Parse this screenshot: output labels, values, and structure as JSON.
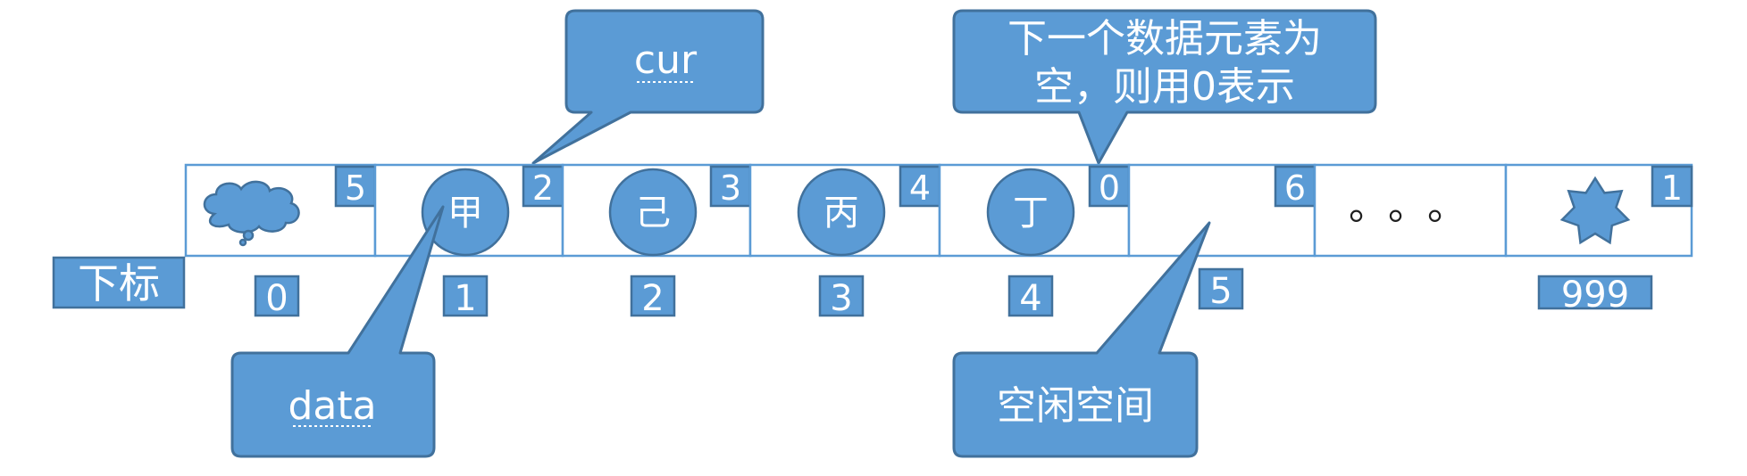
{
  "callouts": {
    "cur": "cur",
    "next_empty_line1": "下一个数据元素为",
    "next_empty_line2": "空，则用0表示",
    "data": "data",
    "free_space": "空闲空间"
  },
  "row_label": "下标",
  "cells": [
    {
      "shape": "cloud",
      "data": "",
      "cur": "5",
      "index": "0"
    },
    {
      "shape": "circle",
      "data": "甲",
      "cur": "2",
      "index": "1"
    },
    {
      "shape": "circle",
      "data": "己",
      "cur": "3",
      "index": "2"
    },
    {
      "shape": "circle",
      "data": "丙",
      "cur": "4",
      "index": "3"
    },
    {
      "shape": "circle",
      "data": "丁",
      "cur": "0",
      "index": "4"
    },
    {
      "shape": "empty",
      "data": "",
      "cur": "6",
      "index": "5"
    },
    {
      "shape": "dots",
      "data": "。。。",
      "cur": "",
      "index": ""
    },
    {
      "shape": "star",
      "data": "",
      "cur": "1",
      "index": "999"
    }
  ],
  "colors": {
    "fill": "#5b9bd5",
    "stroke": "#41719c",
    "text": "#ffffff"
  }
}
